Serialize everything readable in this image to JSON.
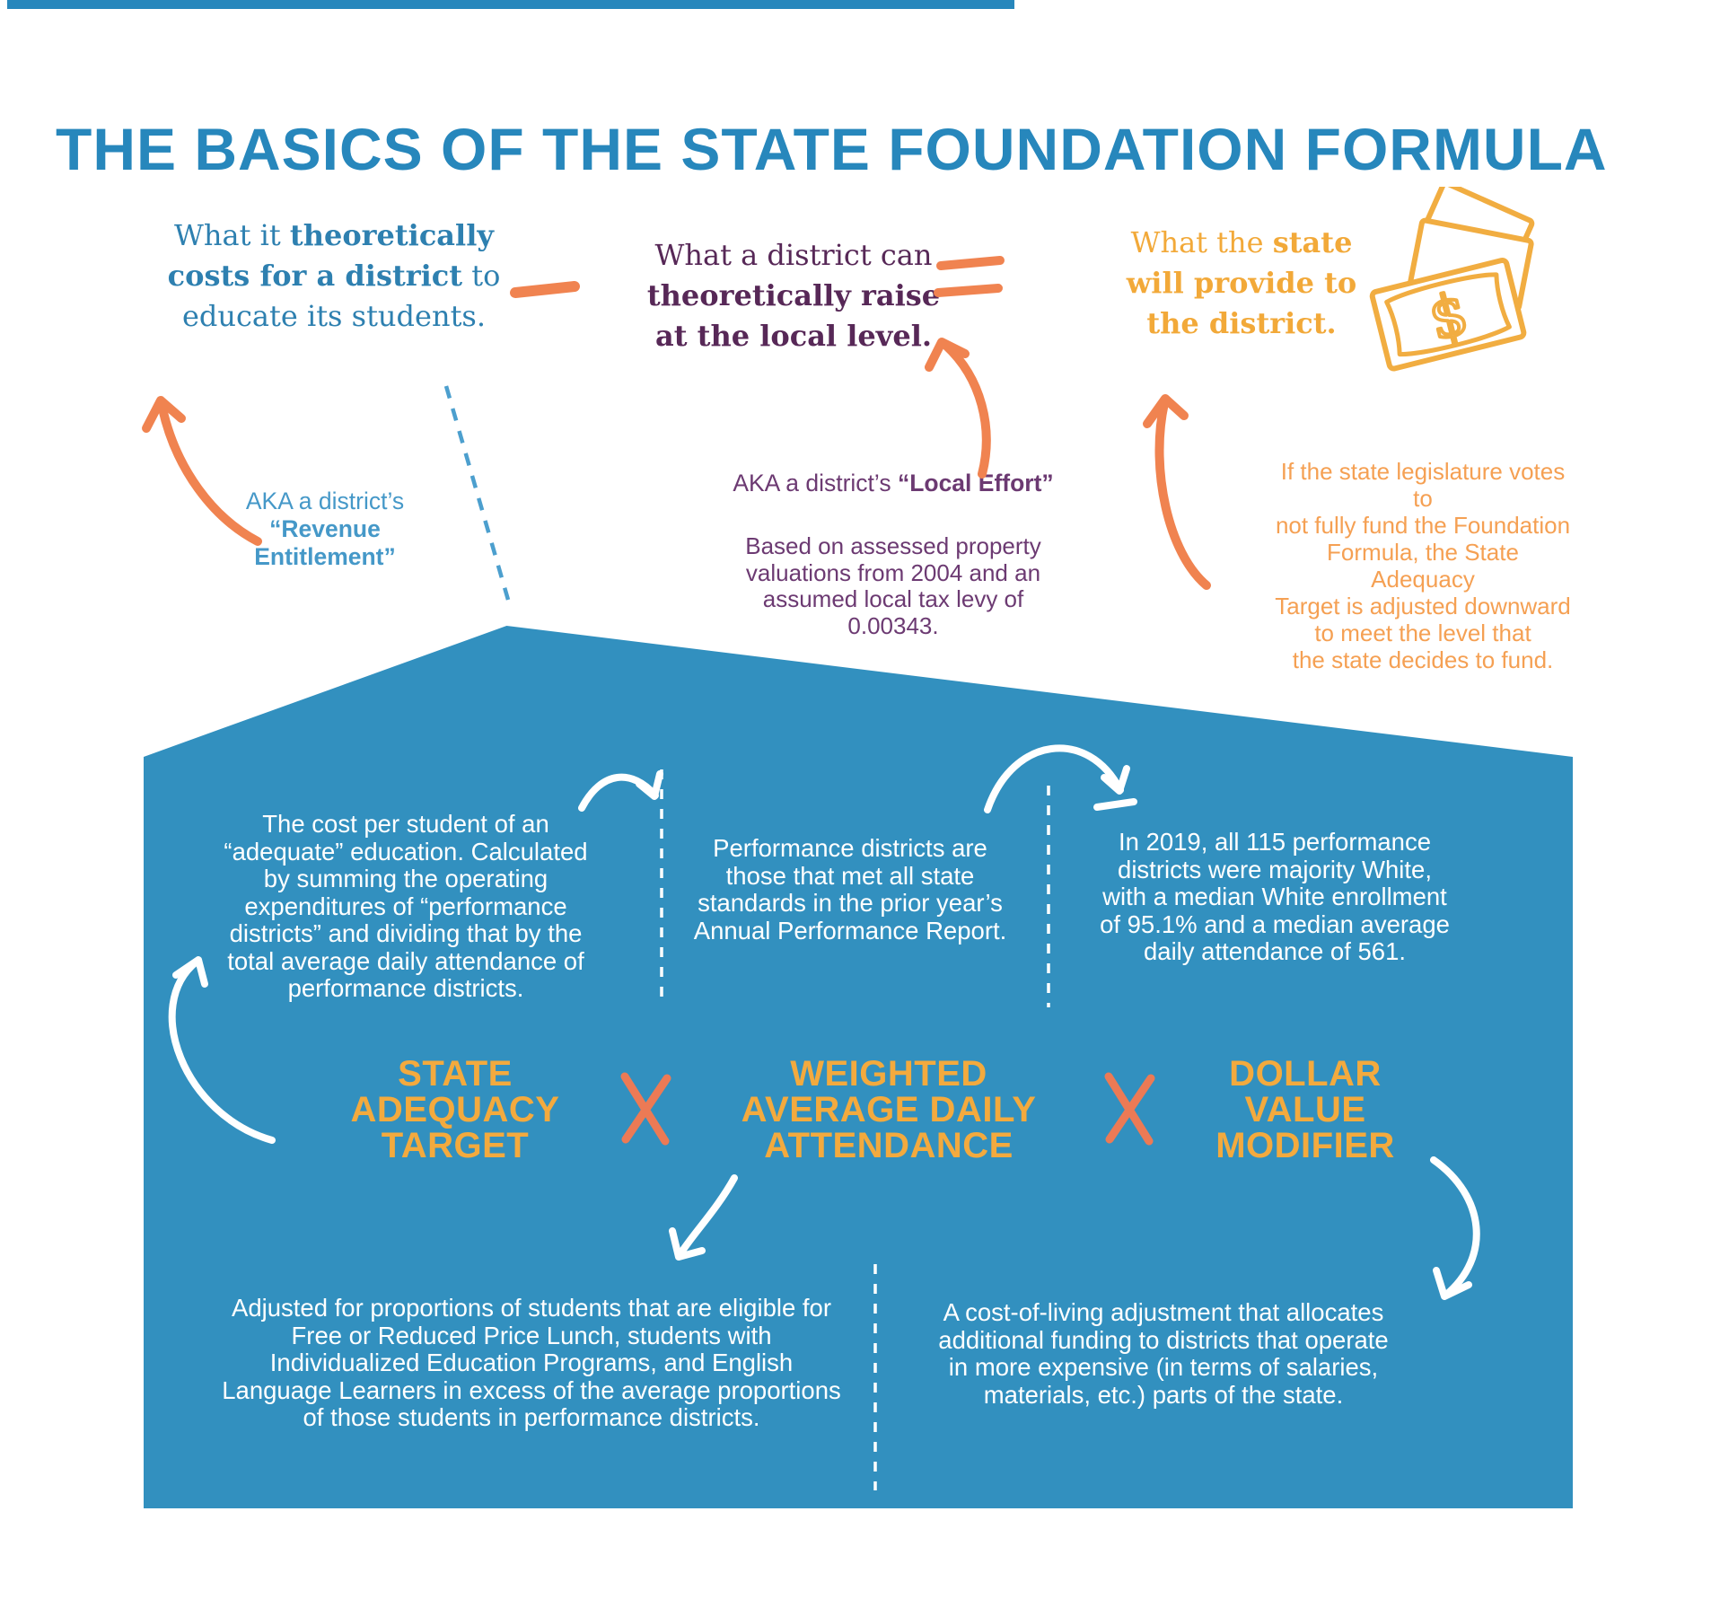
{
  "title": "THE BASICS OF THE STATE FOUNDATION FORMULA",
  "equation": {
    "cost": {
      "l1a": "What it ",
      "l1b": "theoretically",
      "l2a": "costs for a district",
      "l2b": " to",
      "l3": "educate its students."
    },
    "raise": {
      "l1": "What a district can",
      "l2": "theoretically raise",
      "l3": "at the local level."
    },
    "provide": {
      "l1a": "What the ",
      "l1b": "state",
      "l2": "will provide to",
      "l3": "the district."
    },
    "operators": {
      "minus": "−",
      "equals": "=",
      "multiply": "×"
    }
  },
  "annotations": {
    "revenue": {
      "intro": "AKA a district’s",
      "term": "“Revenue\nEntitlement”"
    },
    "local_effort": {
      "intro": "AKA a district’s ",
      "term": "“Local Effort”",
      "body": "Based on assessed property\nvaluations from 2004 and an\nassumed local tax levy of\n0.00343."
    },
    "state_funding": "If the state legislature votes to\nnot fully fund the Foundation\nFormula, the State Adequacy\nTarget is adjusted downward\nto meet the level that\nthe state decides to fund."
  },
  "formula": {
    "term1": "STATE\nADEQUACY\nTARGET",
    "term2": "WEIGHTED\nAVERAGE DAILY\nATTENDANCE",
    "term3": "DOLLAR\nVALUE\nMODIFIER"
  },
  "notes": {
    "adequacy": "The cost per student of an\n“adequate” education. Calculated\nby summing the operating\nexpenditures of “performance\ndistricts” and dividing that by the\ntotal average daily attendance of\nperformance districts.",
    "performance": "Performance districts are\nthose that met all state\nstandards in the prior year’s\nAnnual Performance Report.",
    "demographics": "In 2019, all 115 performance\ndistricts were majority White,\nwith a median White enrollment\nof 95.1% and a median average\ndaily attendance of 561.",
    "weighting": "Adjusted for proportions of students that are eligible for\nFree or Reduced Price Lunch, students with\nIndividualized Education Programs, and English\nLanguage Learners in excess of the average proportions\nof those students in performance districts.",
    "dvm": "A cost-of-living adjustment that allocates\nadditional funding to districts that operate\nin more expensive (in terms of salaries,\nmaterials, etc.) parts of the state."
  },
  "colors": {
    "title_blue": "#2787BC",
    "statement_blue": "#2E80B0",
    "annotation_blue": "#4598C8",
    "purple": "#572857",
    "purple_light": "#6C3A72",
    "gold": "#F2A939",
    "formula_gold": "#F3AA3E",
    "orange_text": "#F5A053",
    "orange_arrow": "#F08350",
    "multiply_salmon": "#EC7A55",
    "panel_blue": "#3290BF"
  }
}
